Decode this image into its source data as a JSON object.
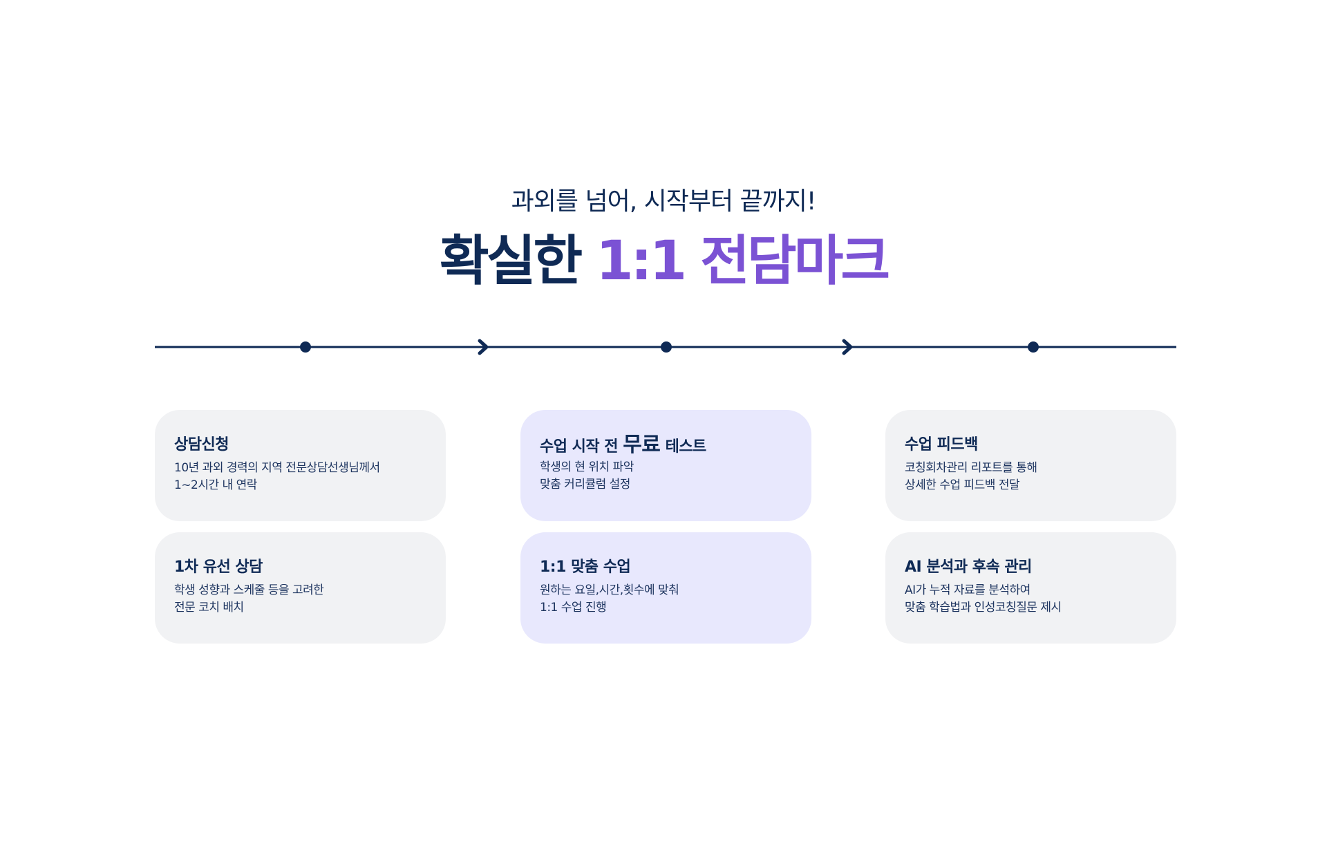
{
  "header": {
    "subtitle": "과외를 넘어, 시작부터 끝까지!",
    "title_part1": "확실한",
    "title_part2": "1:1 전담마크"
  },
  "colors": {
    "navy": "#0f2a55",
    "purple": "#7b52d4",
    "card_gray": "#f1f2f4",
    "card_lavender": "#e8e8fd"
  },
  "cards": [
    {
      "title": "상담신청",
      "lines": [
        "10년 과외 경력의 지역 전문상담선생님께서",
        "1~2시간 내 연락"
      ]
    },
    {
      "title": "1차 유선 상담",
      "lines": [
        "학생 성향과 스케줄 등을 고려한",
        "전문 코치 배치"
      ]
    },
    {
      "title_pre": "수업 시작 전",
      "title_emph": "무료",
      "title_post": "테스트",
      "lines": [
        "학생의 현 위치 파악",
        "맞춤 커리큘럼 설정"
      ]
    },
    {
      "title": "1:1 맞춤 수업",
      "lines": [
        "원하는 요일,시간,횟수에 맞춰",
        "1:1 수업 진행"
      ]
    },
    {
      "title": "수업 피드백",
      "lines": [
        "코칭회차관리 리포트를 통해",
        "상세한 수업 피드백 전달"
      ]
    },
    {
      "title": "AI 분석과 후속 관리",
      "lines": [
        "AI가 누적 자료를 분석하여",
        "맞춤 학습법과 인성코칭질문 제시"
      ]
    }
  ]
}
